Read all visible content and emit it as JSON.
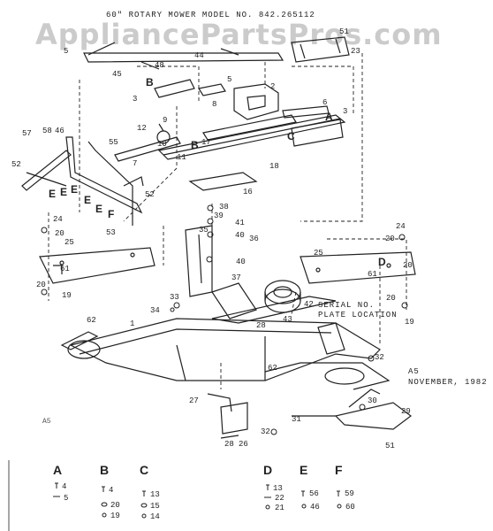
{
  "header": {
    "title": "60\" ROTARY MOWER MODEL NO. 842.265112"
  },
  "watermark": "AppliancePartsPros.com",
  "notes": {
    "serial_line1": "SERIAL NO.",
    "serial_line2": "PLATE LOCATION",
    "date_line1": "A5",
    "date_line2": "NOVEMBER, 1982",
    "scan_mark": "A5"
  },
  "callouts": [
    {
      "id": "c1",
      "label": "5"
    },
    {
      "id": "c2",
      "label": "45"
    },
    {
      "id": "c3",
      "label": "48"
    },
    {
      "id": "c4",
      "label": "44"
    },
    {
      "id": "c5",
      "label": "51"
    },
    {
      "id": "c6",
      "label": "23"
    },
    {
      "id": "c7",
      "label": "B"
    },
    {
      "id": "c8",
      "label": "5"
    },
    {
      "id": "c9",
      "label": "3"
    },
    {
      "id": "c10",
      "label": "2"
    },
    {
      "id": "c11",
      "label": "8"
    },
    {
      "id": "c12",
      "label": "6"
    },
    {
      "id": "c13",
      "label": "A"
    },
    {
      "id": "c14",
      "label": "3"
    },
    {
      "id": "c15",
      "label": "12"
    },
    {
      "id": "c16",
      "label": "9"
    },
    {
      "id": "c17",
      "label": "10"
    },
    {
      "id": "c18",
      "label": "C"
    },
    {
      "id": "c19",
      "label": "57"
    },
    {
      "id": "c20",
      "label": "58"
    },
    {
      "id": "c21",
      "label": "46"
    },
    {
      "id": "c22",
      "label": "55"
    },
    {
      "id": "c23",
      "label": "7"
    },
    {
      "id": "c24",
      "label": "11"
    },
    {
      "id": "c25",
      "label": "B"
    },
    {
      "id": "c26",
      "label": "17"
    },
    {
      "id": "c27",
      "label": "18"
    },
    {
      "id": "c28",
      "label": "52"
    },
    {
      "id": "c29",
      "label": "E"
    },
    {
      "id": "c30",
      "label": "E"
    },
    {
      "id": "c31",
      "label": "E"
    },
    {
      "id": "c32",
      "label": "E"
    },
    {
      "id": "c33",
      "label": "E"
    },
    {
      "id": "c34",
      "label": "F"
    },
    {
      "id": "c35",
      "label": "52"
    },
    {
      "id": "c36",
      "label": "16"
    },
    {
      "id": "c37",
      "label": "38"
    },
    {
      "id": "c38",
      "label": "39"
    },
    {
      "id": "c39",
      "label": "41"
    },
    {
      "id": "c40",
      "label": "24"
    },
    {
      "id": "c41",
      "label": "20"
    },
    {
      "id": "c42",
      "label": "53"
    },
    {
      "id": "c43",
      "label": "35"
    },
    {
      "id": "c44",
      "label": "40"
    },
    {
      "id": "c45",
      "label": "36"
    },
    {
      "id": "c46",
      "label": "25"
    },
    {
      "id": "c47",
      "label": "24"
    },
    {
      "id": "c48",
      "label": "20"
    },
    {
      "id": "c49",
      "label": "61"
    },
    {
      "id": "c50",
      "label": "40"
    },
    {
      "id": "c51",
      "label": "25"
    },
    {
      "id": "c52",
      "label": "D"
    },
    {
      "id": "c53",
      "label": "61"
    },
    {
      "id": "c54",
      "label": "20"
    },
    {
      "id": "c55",
      "label": "37"
    },
    {
      "id": "c56",
      "label": "19"
    },
    {
      "id": "c57",
      "label": "33"
    },
    {
      "id": "c58",
      "label": "42"
    },
    {
      "id": "c59",
      "label": "34"
    },
    {
      "id": "c60",
      "label": "43"
    },
    {
      "id": "c61",
      "label": "20"
    },
    {
      "id": "c62",
      "label": "19"
    },
    {
      "id": "c63",
      "label": "62"
    },
    {
      "id": "c64",
      "label": "28"
    },
    {
      "id": "c65",
      "label": "1"
    },
    {
      "id": "c66",
      "label": "32"
    },
    {
      "id": "c67",
      "label": "62"
    },
    {
      "id": "c68",
      "label": "30"
    },
    {
      "id": "c69",
      "label": "27"
    },
    {
      "id": "c70",
      "label": "31"
    },
    {
      "id": "c71",
      "label": "29"
    },
    {
      "id": "c72",
      "label": "32"
    },
    {
      "id": "c73",
      "label": "28"
    },
    {
      "id": "c74",
      "label": "26"
    },
    {
      "id": "c75",
      "label": "51"
    },
    {
      "id": "c76",
      "label": "20"
    }
  ],
  "legend": [
    {
      "letter": "A",
      "parts": [
        "4",
        "5"
      ]
    },
    {
      "letter": "B",
      "parts": [
        "4",
        "20",
        "19"
      ]
    },
    {
      "letter": "C",
      "parts": [
        "13",
        "15",
        "14"
      ]
    },
    {
      "letter": "D",
      "parts": [
        "13",
        "22",
        "21"
      ]
    },
    {
      "letter": "E",
      "parts": [
        "56",
        "46"
      ]
    },
    {
      "letter": "F",
      "parts": [
        "59",
        "60"
      ]
    }
  ]
}
